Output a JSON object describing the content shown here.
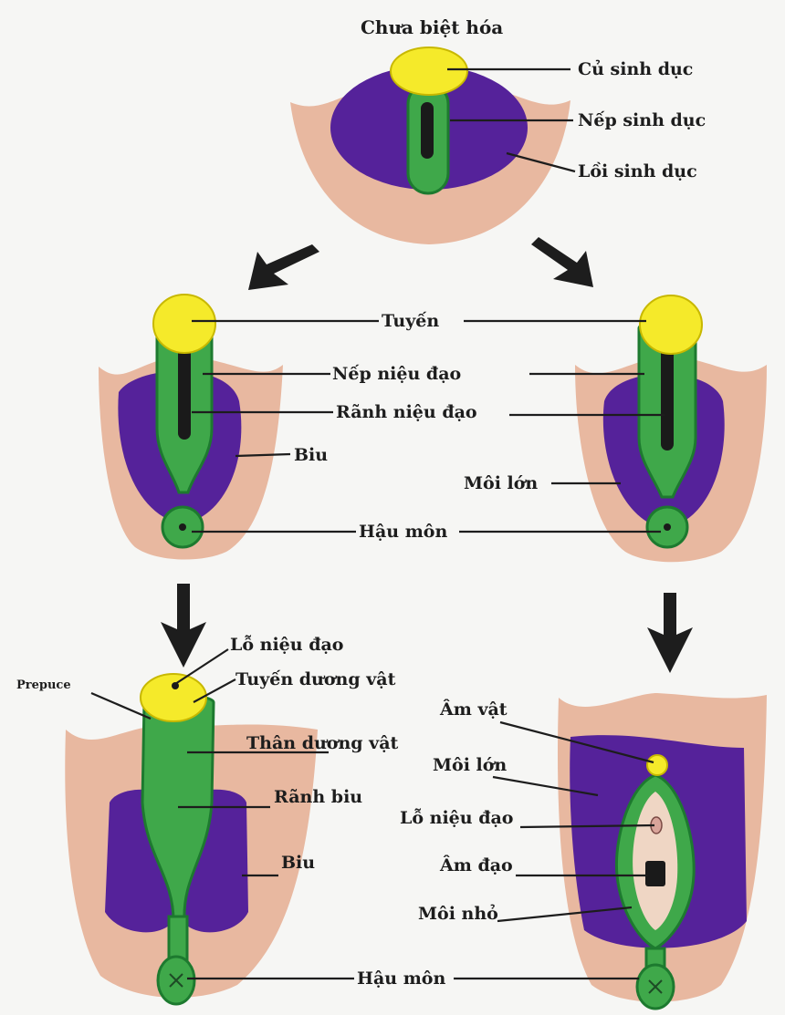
{
  "title": "Chưa biệt hóa",
  "undifferentiated": {
    "labels": [
      "Củ sinh dục",
      "Nếp sinh dục",
      "Lồi sinh dục"
    ]
  },
  "middle": {
    "center_labels": [
      "Tuyến",
      "Nếp niệu đạo",
      "Rãnh niệu đạo",
      "Hậu môn"
    ],
    "male_labels": [
      "Biu"
    ],
    "female_labels": [
      "Môi lớn"
    ]
  },
  "male_final": {
    "labels": [
      "Lỗ niệu đạo",
      "Tuyến dương vật",
      "Prepuce",
      "Thân dương vật",
      "Rãnh biu",
      "Biu"
    ]
  },
  "female_final": {
    "labels": [
      "Âm vật",
      "Môi lớn",
      "Lỗ niệu đạo",
      "Âm đạo",
      "Môi nhỏ"
    ]
  },
  "bottom_label": "Hậu môn",
  "colors": {
    "skin": "#e8b8a0",
    "purple": "#55229a",
    "green": "#3fa84a",
    "yellow": "#f5ea2a"
  }
}
